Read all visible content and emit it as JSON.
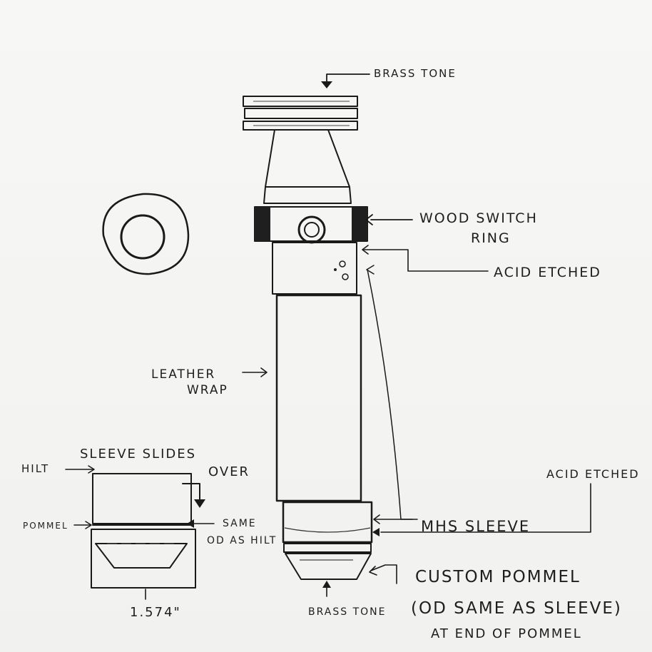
{
  "labels": {
    "brass_top": "BRASS TONE",
    "wood_1": "WOOD SWITCH",
    "wood_2": "RING",
    "acid_1": "ACID ETCHED",
    "leather_1": "LEATHER",
    "leather_2": "WRAP",
    "acid_2": "ACID ETCHED",
    "mhs": "MHS SLEEVE",
    "pommel_1": "CUSTOM POMMEL",
    "pommel_2": "(OD SAME AS SLEEVE)",
    "pommel_3": "AT END OF POMMEL",
    "brass_bottom": "BRASS TONE",
    "sleeve_1": "SLEEVE SLIDES",
    "sleeve_2": "OVER",
    "hilt": "HILT",
    "pommel_small": "POMMEL",
    "same_1": "SAME",
    "same_2": "OD AS HILT",
    "dimension": "1.574\""
  },
  "colors": {
    "ink": "#1a1a1a",
    "paper": "#f4f4f2"
  }
}
